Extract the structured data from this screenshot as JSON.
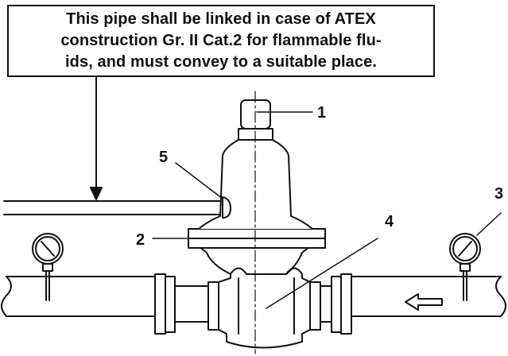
{
  "note": {
    "lines": [
      "This pipe shall be linked in case of ATEX",
      "construction Gr. II Cat.2 for flammable flu-",
      "ids, and must convey to a suitable place."
    ]
  },
  "callouts": {
    "c1": "1",
    "c2": "2",
    "c3": "3",
    "c4": "4",
    "c5": "5"
  }
}
